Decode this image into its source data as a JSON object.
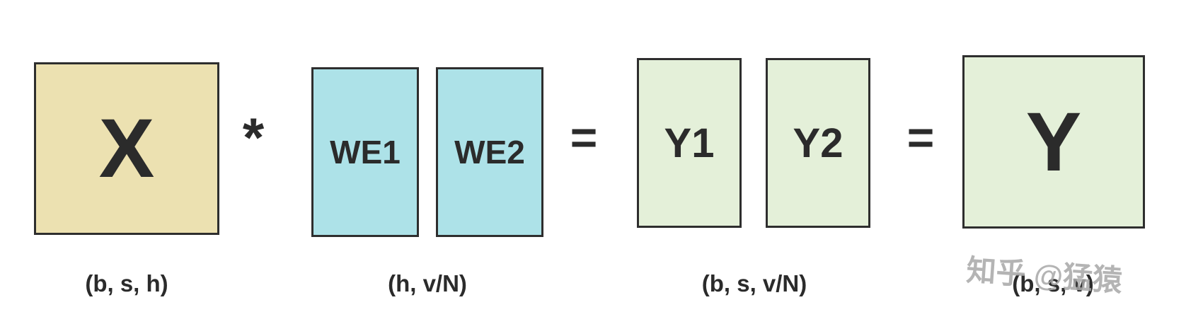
{
  "colors": {
    "x_fill": "#ECE1B1",
    "we_fill": "#ADE2E8",
    "y_fill": "#E4F0D9",
    "border": "#2E2E2E",
    "text": "#2B2B2B",
    "watermark": "#A8A8A8"
  },
  "diagram": {
    "x_block": {
      "label": "X",
      "dim_label": "(b, s, h)"
    },
    "multiply_operator": "*",
    "we1_block": {
      "label": "WE1"
    },
    "we2_block": {
      "label": "WE2"
    },
    "we_dim_label": "(h, v/N)",
    "equals_operator_1": "=",
    "y1_block": {
      "label": "Y1"
    },
    "y2_block": {
      "label": "Y2"
    },
    "y_split_dim_label": "(b, s, v/N)",
    "equals_operator_2": "=",
    "y_block": {
      "label": "Y",
      "dim_label": "(b, s, v)"
    },
    "watermark": "知乎 @猛猿"
  }
}
